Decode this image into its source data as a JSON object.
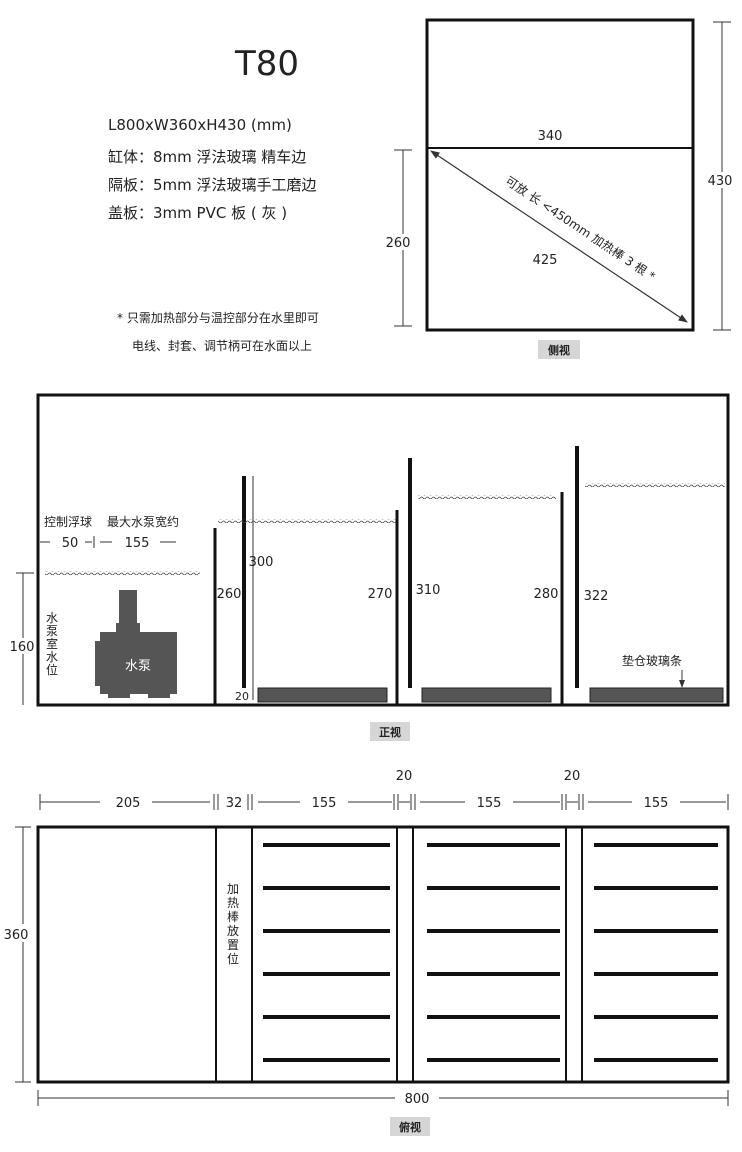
{
  "title": "T80",
  "specs": {
    "dimensions": "L800xW360xH430 (mm)",
    "tank_body": "缸体：8mm 浮法玻璃 精车边",
    "baffle": "隔板：5mm 浮法玻璃手工磨边",
    "cover": "盖板：3mm PVC 板 ( 灰 )"
  },
  "note": {
    "line1": "* 只需加热部分与温控部分在水里即可",
    "line2": "电线、封套、调节柄可在水面以上"
  },
  "side_view": {
    "caption": "侧视",
    "width_label": "340",
    "diagonal_label": "425",
    "heater_text": "可放 长 <450mm 加热棒  3 根  *",
    "water_height": "260",
    "total_height": "430"
  },
  "front_view": {
    "caption": "正视",
    "float_label": "控制浮球",
    "pump_width_label": "最大水泵宽约",
    "float_dim": "50",
    "pump_dim": "155",
    "pump_room_height": "160",
    "pump_room_label": [
      "水",
      "泵",
      "室",
      "水",
      "位"
    ],
    "pump_label": "水泵",
    "baffle_heights": [
      "260",
      "300",
      "270",
      "310",
      "280",
      "322"
    ],
    "gap_label": "20",
    "glass_strip_label": "垫仓玻璃条"
  },
  "top_view": {
    "caption": "俯视",
    "widths": [
      "205",
      "32",
      "155",
      "155",
      "155"
    ],
    "gaps": [
      "20",
      "20"
    ],
    "depth": "360",
    "length": "800",
    "heater_slot_label": [
      "加",
      "热",
      "棒",
      "放",
      "置",
      "位"
    ]
  }
}
